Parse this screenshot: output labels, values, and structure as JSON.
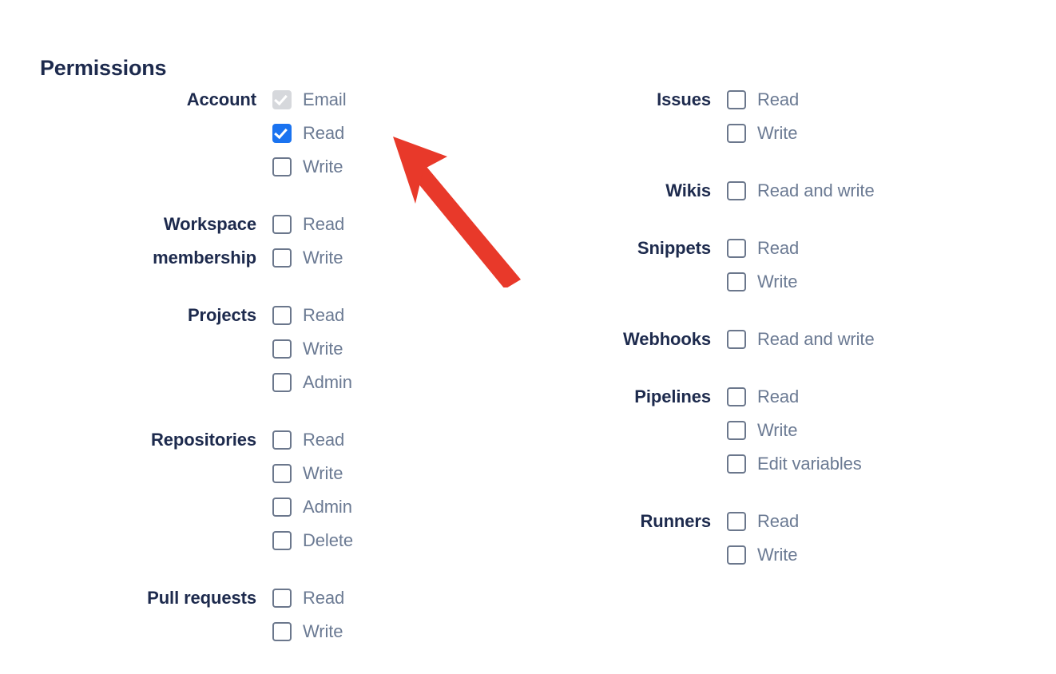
{
  "page": {
    "title": "Permissions"
  },
  "colors": {
    "heading": "#1d2a4d",
    "group_label": "#1d2a4d",
    "option_label": "#6b7a93",
    "checkbox_border": "#6b778c",
    "checkbox_checked": "#1a73f0",
    "checkbox_disabled": "#d6d8dc",
    "annotation_arrow": "#e8392a",
    "background": "#ffffff"
  },
  "annotation": {
    "arrow_icon": "arrow-up-left-icon",
    "color": "#e8392a",
    "points_at": "Account / Read checkbox"
  },
  "columns": {
    "left": {
      "groups": [
        {
          "label": "Account",
          "options": [
            {
              "label": "Email",
              "checked": true,
              "disabled": true
            },
            {
              "label": "Read",
              "checked": true,
              "disabled": false
            },
            {
              "label": "Write",
              "checked": false,
              "disabled": false
            }
          ]
        },
        {
          "label": "Workspace\nmembership",
          "options": [
            {
              "label": "Read",
              "checked": false,
              "disabled": false
            },
            {
              "label": "Write",
              "checked": false,
              "disabled": false
            }
          ]
        },
        {
          "label": "Projects",
          "options": [
            {
              "label": "Read",
              "checked": false,
              "disabled": false
            },
            {
              "label": "Write",
              "checked": false,
              "disabled": false
            },
            {
              "label": "Admin",
              "checked": false,
              "disabled": false
            }
          ]
        },
        {
          "label": "Repositories",
          "options": [
            {
              "label": "Read",
              "checked": false,
              "disabled": false
            },
            {
              "label": "Write",
              "checked": false,
              "disabled": false
            },
            {
              "label": "Admin",
              "checked": false,
              "disabled": false
            },
            {
              "label": "Delete",
              "checked": false,
              "disabled": false
            }
          ]
        },
        {
          "label": "Pull requests",
          "options": [
            {
              "label": "Read",
              "checked": false,
              "disabled": false
            },
            {
              "label": "Write",
              "checked": false,
              "disabled": false
            }
          ]
        }
      ]
    },
    "right": {
      "groups": [
        {
          "label": "Issues",
          "options": [
            {
              "label": "Read",
              "checked": false,
              "disabled": false
            },
            {
              "label": "Write",
              "checked": false,
              "disabled": false
            }
          ]
        },
        {
          "label": "Wikis",
          "options": [
            {
              "label": "Read and write",
              "checked": false,
              "disabled": false
            }
          ]
        },
        {
          "label": "Snippets",
          "options": [
            {
              "label": "Read",
              "checked": false,
              "disabled": false
            },
            {
              "label": "Write",
              "checked": false,
              "disabled": false
            }
          ]
        },
        {
          "label": "Webhooks",
          "options": [
            {
              "label": "Read and write",
              "checked": false,
              "disabled": false
            }
          ]
        },
        {
          "label": "Pipelines",
          "options": [
            {
              "label": "Read",
              "checked": false,
              "disabled": false
            },
            {
              "label": "Write",
              "checked": false,
              "disabled": false
            },
            {
              "label": "Edit variables",
              "checked": false,
              "disabled": false
            }
          ]
        },
        {
          "label": "Runners",
          "options": [
            {
              "label": "Read",
              "checked": false,
              "disabled": false
            },
            {
              "label": "Write",
              "checked": false,
              "disabled": false
            }
          ]
        }
      ]
    }
  }
}
